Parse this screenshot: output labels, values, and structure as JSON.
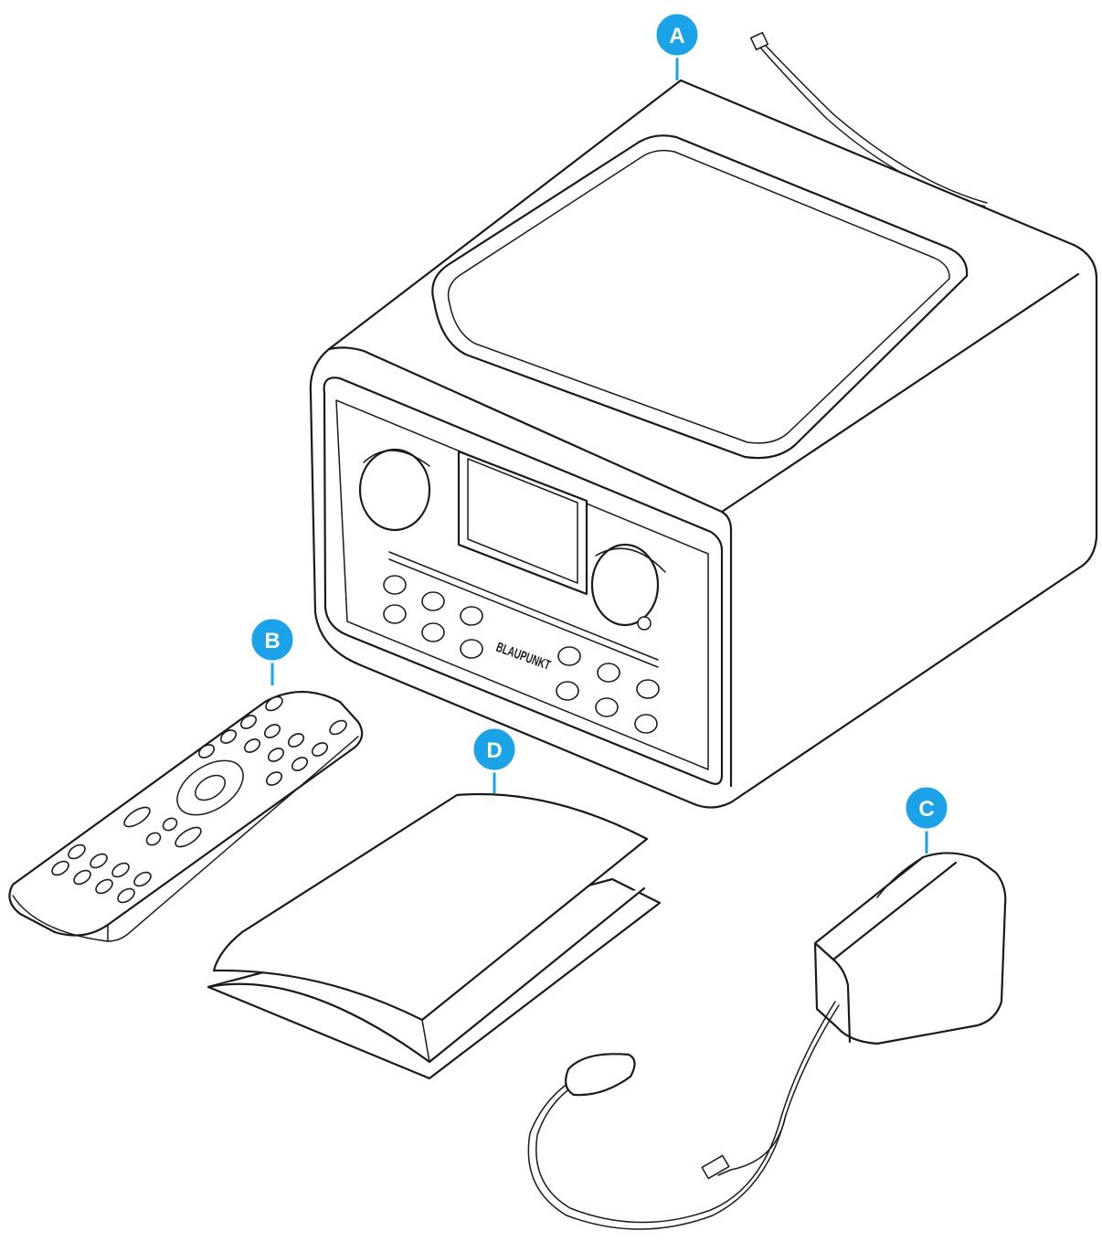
{
  "brand": {
    "label": "BLAUPUNKT"
  },
  "callouts": [
    {
      "id": "a",
      "label": "A"
    },
    {
      "id": "b",
      "label": "B"
    },
    {
      "id": "c",
      "label": "C"
    },
    {
      "id": "d",
      "label": "D"
    }
  ],
  "colors": {
    "callout": "#1aa3e8",
    "line": "#1a1a1a"
  }
}
